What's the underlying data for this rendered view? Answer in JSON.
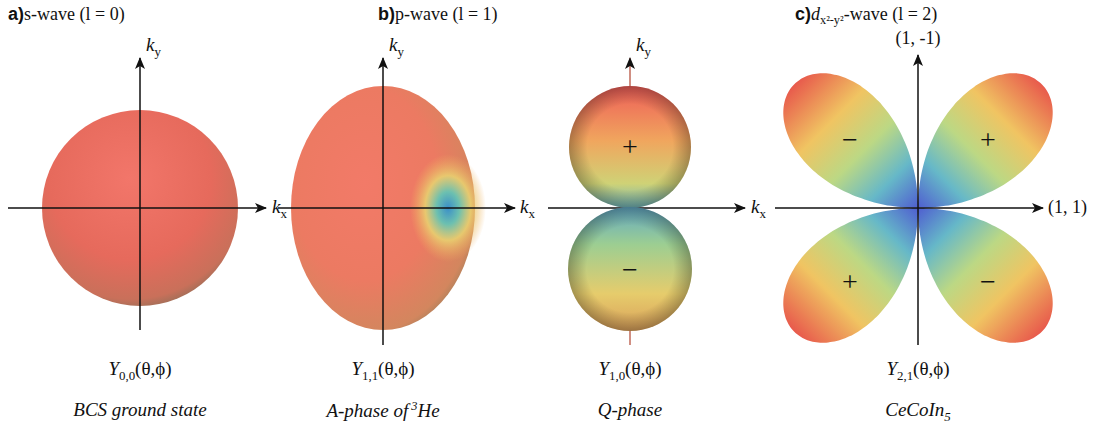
{
  "diagram": {
    "labels": [
      "a)",
      "s-wave (l = 0)",
      "b)",
      "p-wave (l = 1)",
      "c)",
      "d",
      "x²-y²",
      "-wave (l = 2)",
      "k",
      "y",
      "k",
      "x",
      "k",
      "y",
      "k",
      "x",
      "k",
      "y",
      "k",
      "x",
      "(1, -1)",
      "(1, 1)",
      "+",
      "−",
      "−",
      "+",
      "+",
      "−",
      "Y",
      "0,0",
      "(θ,ϕ)",
      "Y",
      "1,1",
      "(θ,ϕ)",
      "Y",
      "1,0",
      "(θ,ϕ)",
      "Y",
      "2,1",
      "(θ,ϕ)",
      "BCS ground state",
      "A-phase of",
      "3",
      "He",
      "Q-phase",
      "CeCoIn",
      "5"
    ]
  }
}
